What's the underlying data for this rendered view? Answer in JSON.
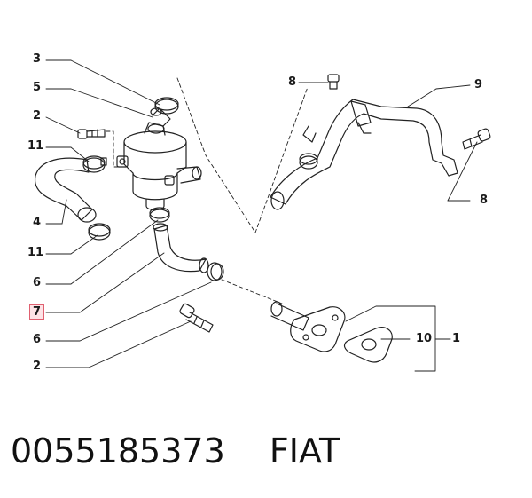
{
  "callouts": {
    "l3": "3",
    "l5": "5",
    "l2a": "2",
    "l11a": "11",
    "l4": "4",
    "l11b": "11",
    "l6a": "6",
    "l7": "7",
    "l6b": "6",
    "l2b": "2",
    "l8a": "8",
    "l9": "9",
    "l8b": "8",
    "l10": "10",
    "l1": "1"
  },
  "footer": {
    "part_number": "0055185373",
    "brand": "FIAT"
  },
  "colors": {
    "line": "#222222",
    "highlight_border": "#e06070",
    "highlight_fill": "#fde3e6"
  }
}
